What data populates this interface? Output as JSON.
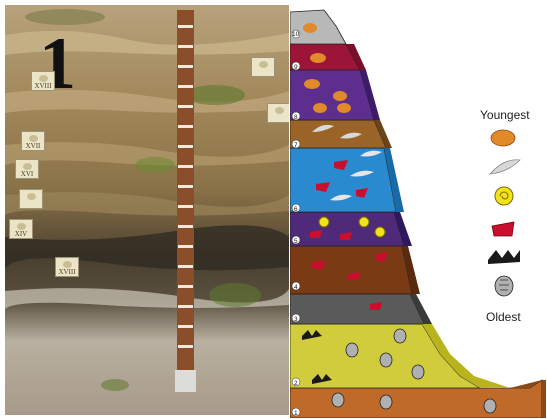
{
  "photo": {
    "panel_number": "1",
    "plaques": [
      "XVIII",
      "XVII",
      "XVI",
      "XIV",
      "XVIII"
    ]
  },
  "diagram": {
    "layer_numbers": [
      "10",
      "9",
      "8",
      "7",
      "6",
      "5",
      "4",
      "3",
      "2",
      "1"
    ],
    "legend": {
      "top_label": "Youngest",
      "bottom_label": "Oldest",
      "items": [
        {
          "name": "orange-blob-fossil",
          "color": "#e08a2a"
        },
        {
          "name": "grey-tooth-fossil",
          "color": "#c8c8c8"
        },
        {
          "name": "yellow-spiral-fossil",
          "color": "#f2e21a"
        },
        {
          "name": "red-leaf-fossil",
          "color": "#c8102e"
        },
        {
          "name": "black-jaw-fossil",
          "color": "#1a1a1a"
        },
        {
          "name": "trilobite-fossil",
          "color": "#b0b0b0"
        }
      ]
    },
    "layer_colors": {
      "l1": "#c06a2a",
      "l2": "#d0cc3c",
      "l3": "#5a5a5a",
      "l4": "#7a3a14",
      "l5": "#4e2a78",
      "l6": "#2a8ad0",
      "l7": "#9a6428",
      "l8": "#5e2e8e",
      "l9": "#9c1438",
      "l10": "#b8b8b8"
    }
  }
}
